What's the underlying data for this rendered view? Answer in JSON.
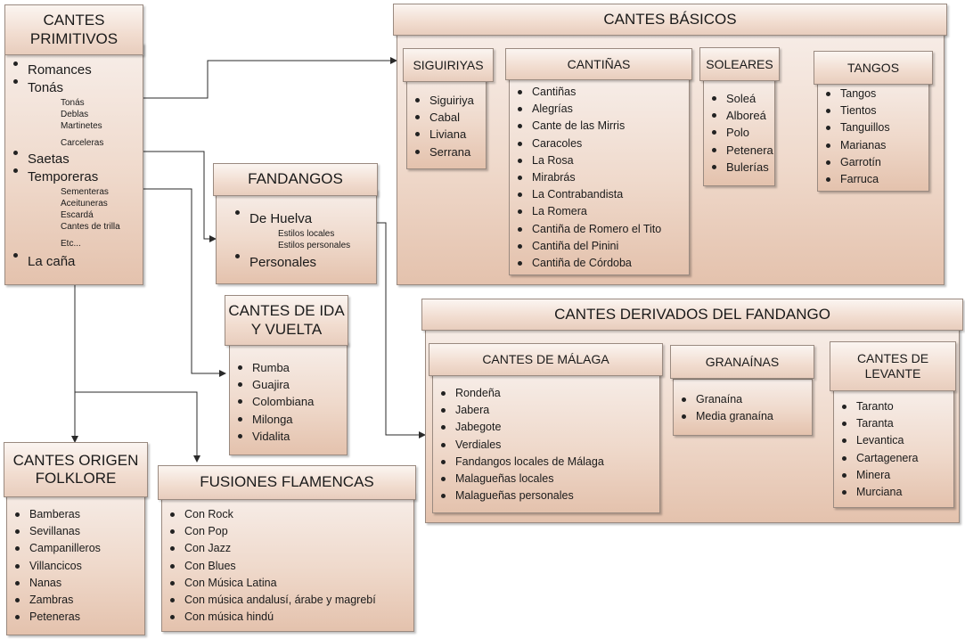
{
  "primitivos": {
    "title": "CANTES\nPRIMITIVOS",
    "romances": "Romances",
    "tonas": "Tonás",
    "tonas_sub": [
      "Tonás",
      "Deblas",
      "Martinetes"
    ],
    "carceleras": "Carceleras",
    "saetas": "Saetas",
    "temporeras": "Temporeras",
    "temporeras_sub": [
      "Sementeras",
      "Aceituneras",
      "Escardá",
      "Cantes de trilla"
    ],
    "etc": "Etc...",
    "cana": "La caña"
  },
  "basicos": {
    "title": "CANTES BÁSICOS",
    "siguiriyas": {
      "title": "SIGUIRIYAS",
      "items": [
        "Siguiriya",
        "Cabal",
        "Liviana",
        "Serrana"
      ]
    },
    "cantinas": {
      "title": "CANTIÑAS",
      "items": [
        "Cantiñas",
        "Alegrías",
        "Cante de las Mirris",
        "Caracoles",
        "La Rosa",
        "Mirabrás",
        "La Contrabandista",
        "La Romera",
        "Cantiña de Romero el Tito",
        "Cantiña del Pinini",
        "Cantiña de Córdoba"
      ]
    },
    "soleares": {
      "title": "SOLEARES",
      "items": [
        "Soleá",
        "Alboreá",
        "Polo",
        "Petenera",
        "Bulerías"
      ]
    },
    "tangos": {
      "title": "TANGOS",
      "items": [
        "Tangos",
        "Tientos",
        "Tanguillos",
        "Marianas",
        "Garrotín",
        "Farruca"
      ]
    }
  },
  "fandangos": {
    "title": "FANDANGOS",
    "huelva": "De Huelva",
    "huelva_sub": [
      "Estilos locales",
      "Estilos personales"
    ],
    "personales": "Personales"
  },
  "ida_vuelta": {
    "title": "CANTES DE IDA\nY VUELTA",
    "items": [
      "Rumba",
      "Guajira",
      "Colombiana",
      "Milonga",
      "Vidalita"
    ]
  },
  "derivados": {
    "title": "CANTES DERIVADOS DEL FANDANGO",
    "malaga": {
      "title": "CANTES DE MÁLAGA",
      "items": [
        "Rondeña",
        "Jabera",
        "Jabegote",
        "Verdiales",
        "Fandangos locales de Málaga",
        "Malagueñas locales",
        "Malagueñas personales"
      ]
    },
    "granainas": {
      "title": "GRANAÍNAS",
      "items": [
        "Granaína",
        "Media granaína"
      ]
    },
    "levante": {
      "title": "CANTES DE\nLEVANTE",
      "items": [
        "Taranto",
        "Taranta",
        "Levantica",
        "Cartagenera",
        "Minera",
        "Murciana"
      ]
    }
  },
  "folklore": {
    "title": "CANTES ORIGEN\nFOLKLORE",
    "items": [
      "Bamberas",
      "Sevillanas",
      "Campanilleros",
      "Villancicos",
      "Nanas",
      "Zambras",
      "Peteneras"
    ]
  },
  "fusiones": {
    "title": "FUSIONES FLAMENCAS",
    "items": [
      "Con Rock",
      "Con Pop",
      "Con Jazz",
      "Con Blues",
      "Con Música Latina",
      "Con música andalusí, árabe y magrebí",
      "Con música hindú"
    ]
  }
}
